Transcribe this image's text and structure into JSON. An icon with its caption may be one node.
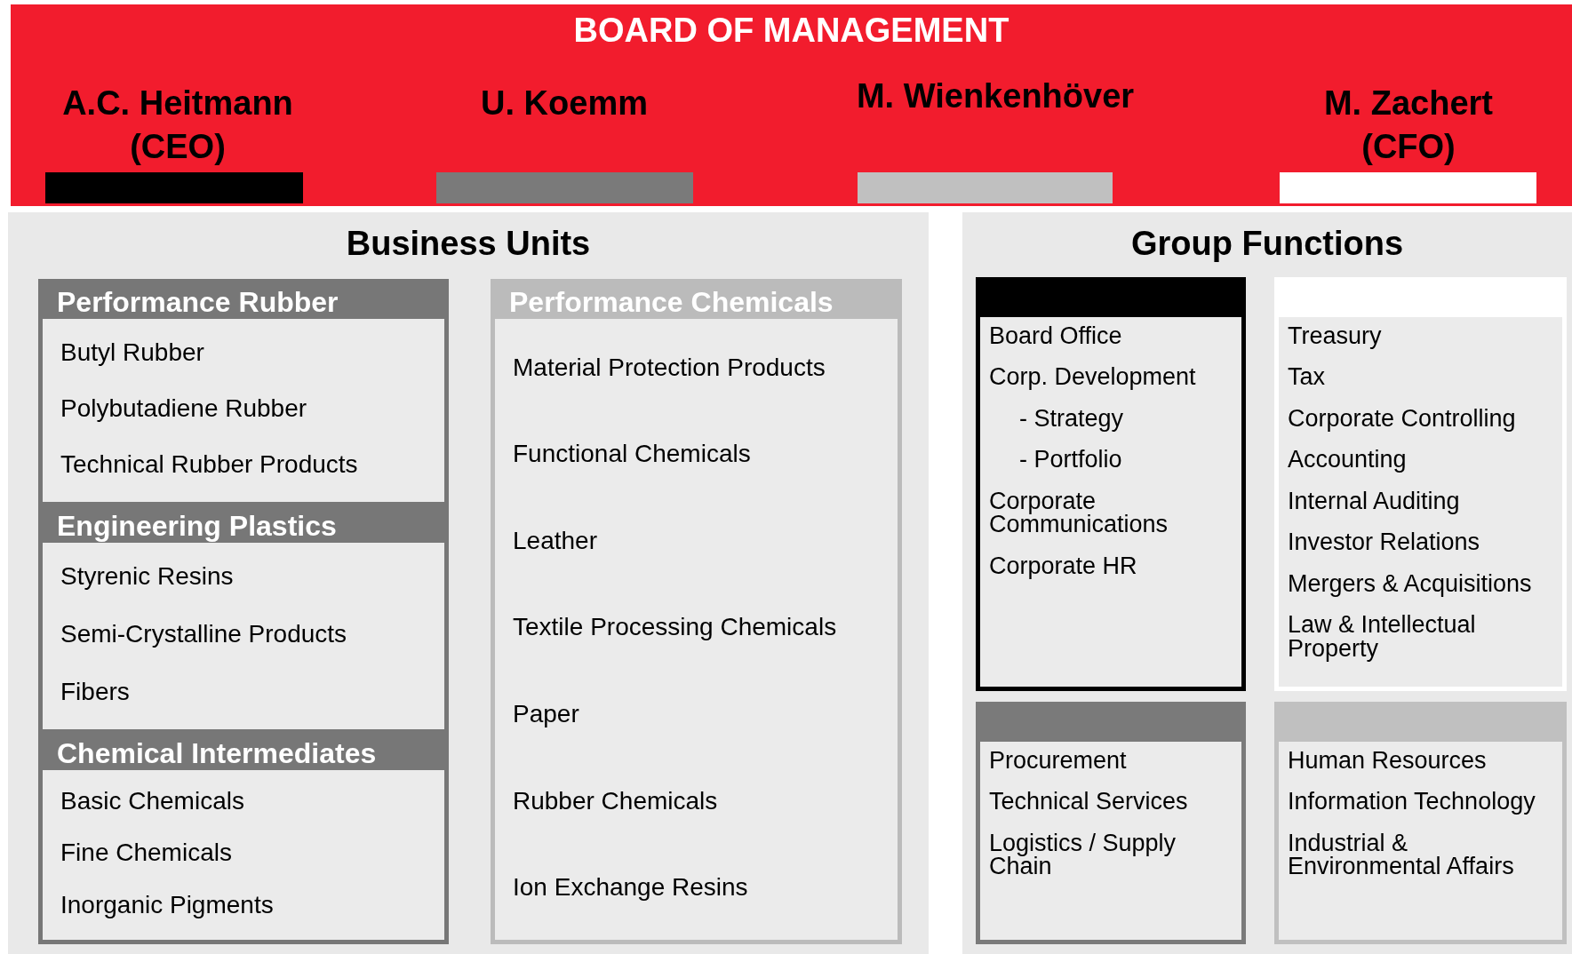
{
  "diagram": {
    "nodes": [
      {
        "text": [
          "BOARD OF MANAGEMENT"
        ]
      },
      {
        "text": [
          "A.C. Heitmann (CEO)"
        ],
        "in": 0
      },
      {
        "text": [],
        "shape": "bar",
        "in": 0
      },
      {
        "text": [
          "U. Koemm"
        ],
        "in": 0
      },
      {
        "text": [],
        "shape": "bar",
        "in": 0
      },
      {
        "text": [
          "M. Wienkenhöver"
        ],
        "in": 0
      },
      {
        "text": [],
        "shape": "bar",
        "in": 0
      },
      {
        "text": [
          "M. Zachert (CFO)"
        ],
        "in": 0
      },
      {
        "text": [],
        "shape": "bar",
        "in": 0
      },
      {
        "text": [
          "Business Units"
        ]
      },
      {
        "text": [
          "Performance Rubber",
          "Butyl Rubber",
          "Polybutadiene Rubber",
          "Technical Rubber Products"
        ],
        "in": 9
      },
      {
        "text": [
          "Engineering Plastics",
          "Styrenic Resins",
          "Semi-Crystalline Products",
          "Fibers"
        ],
        "in": 9
      },
      {
        "text": [
          "Chemical Intermediates",
          "Basic Chemicals",
          "Fine Chemicals",
          "Inorganic Pigments"
        ],
        "in": 9
      },
      {
        "text": [
          "Performance Chemicals",
          "Material Protection Products",
          "Functional Chemicals",
          "Leather",
          "Textile Processing Chemicals",
          "Paper",
          "Rubber Chemicals",
          "Ion Exchange Resins"
        ],
        "in": 9
      },
      {
        "text": [
          "Group Functions"
        ]
      },
      {
        "text": [
          "Board Office",
          "Corp. Development",
          "- Strategy",
          "- Portfolio",
          "Corporate Communications",
          "Corporate HR"
        ],
        "in": 14
      },
      {
        "text": [
          "Treasury",
          "Tax",
          "Corporate Controlling",
          "Accounting",
          "Internal Auditing",
          "Investor Relations",
          "Mergers & Acquisitions",
          "Law & Intellectual Property"
        ],
        "in": 14
      },
      {
        "text": [
          "Procurement",
          "Technical Services",
          "Logistics / Supply Chain"
        ],
        "in": 14
      },
      {
        "text": [
          "Human Resources",
          "Information Technology",
          "Industrial & Environmental Affairs"
        ],
        "in": 14
      }
    ],
    "edges": []
  }
}
